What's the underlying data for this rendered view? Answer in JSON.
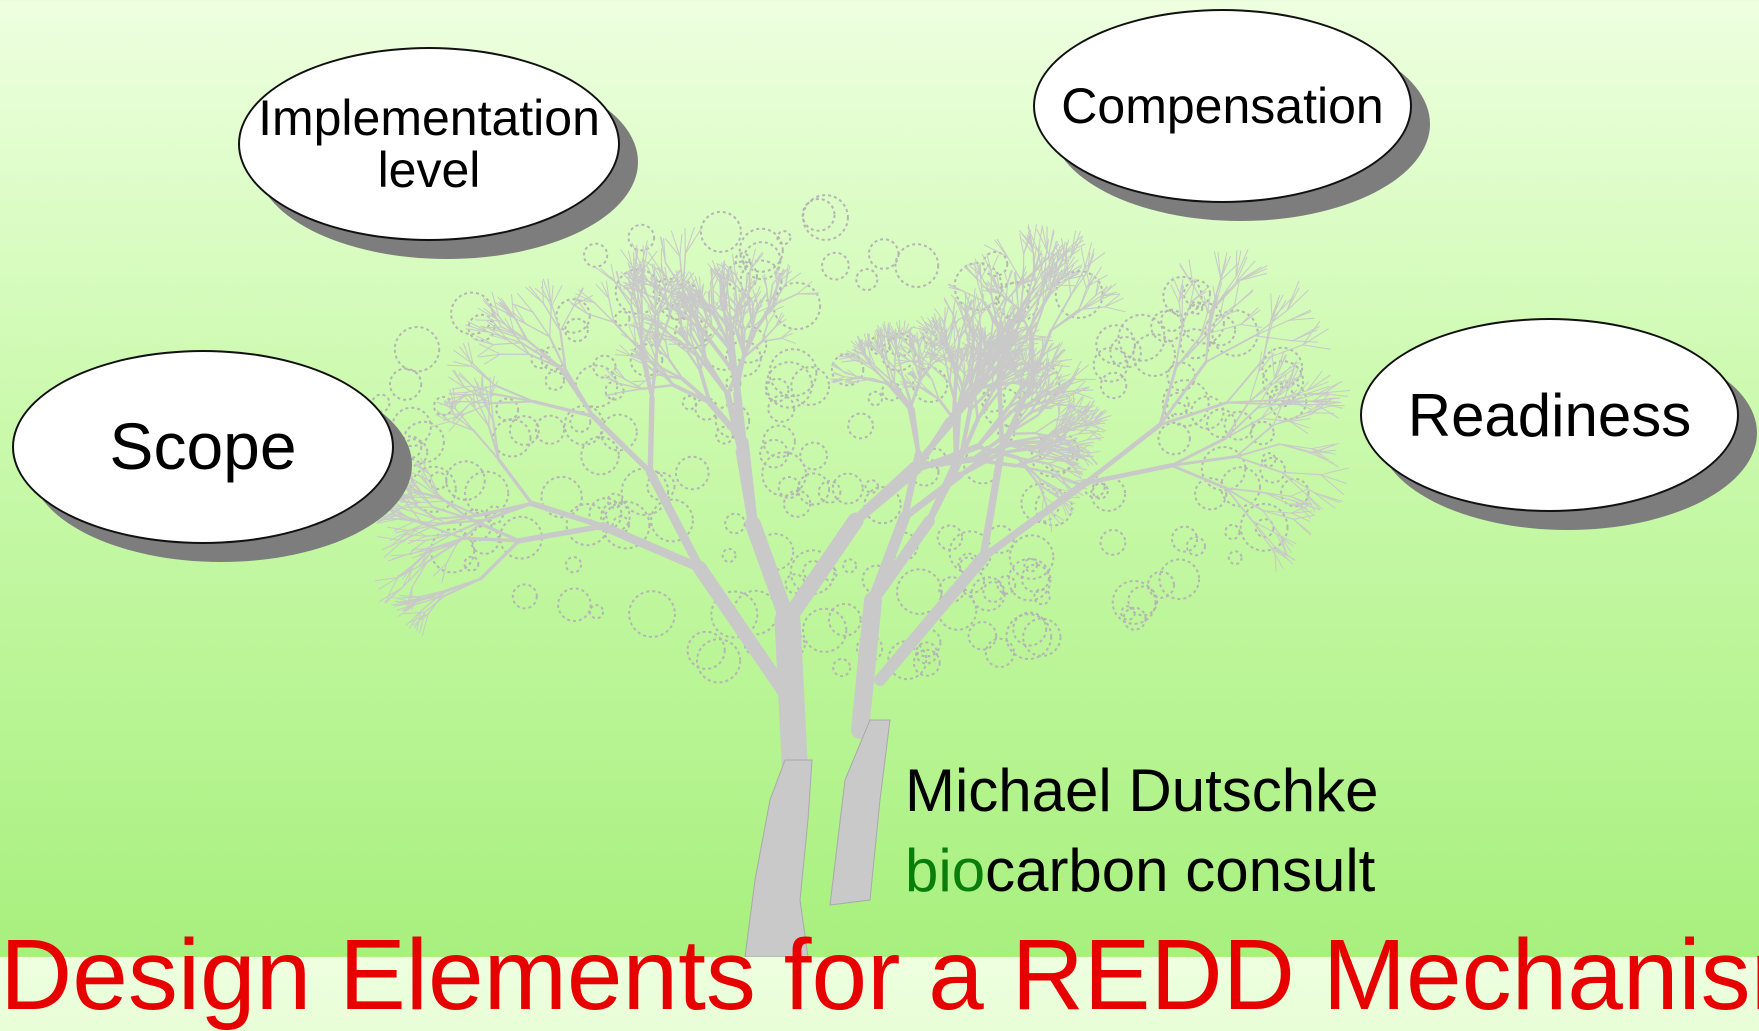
{
  "bubbles": {
    "implementation": {
      "line1": "Implementation",
      "line2": "level"
    },
    "compensation": "Compensation",
    "scope": "Scope",
    "readiness": "Readiness"
  },
  "author": {
    "name": "Michael Dutschke",
    "org_prefix": "bio",
    "org_rest": "carbon consult"
  },
  "title": "Design Elements for a REDD Mechanism",
  "colors": {
    "title": "#e60000",
    "org_prefix": "#0a7d0a",
    "tree": "#c8c8c8",
    "bubble_shadow": "#7d7d7d"
  },
  "icons": [
    "tree-illustration"
  ]
}
